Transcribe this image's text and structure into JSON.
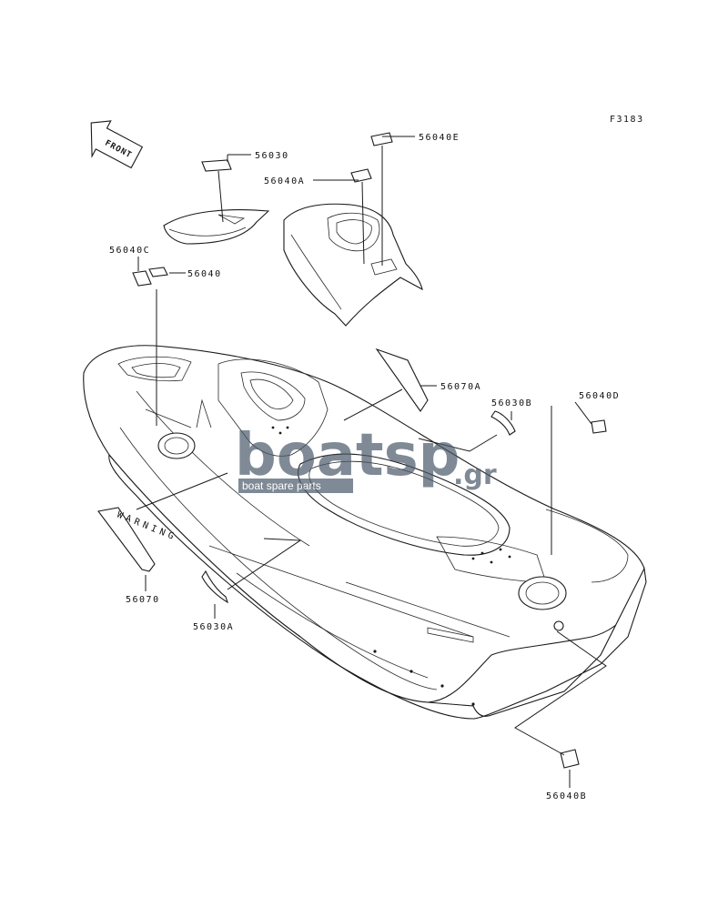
{
  "figure_code": "F3183",
  "front_arrow_label": "FRONT",
  "warning_text": "WARNING",
  "watermark": {
    "brand_main": "boatsp",
    "brand_suffix": ".gr",
    "tagline": "boat spare parts",
    "color": "#4a5a6a"
  },
  "parts": {
    "p56030": "56030",
    "p56040E": "56040E",
    "p56040A": "56040A",
    "p56040C": "56040C",
    "p56040": "56040",
    "p56070A": "56070A",
    "p56030B": "56030B",
    "p56040D": "56040D",
    "p56070": "56070",
    "p56030A": "56030A",
    "p56040B": "56040B"
  }
}
